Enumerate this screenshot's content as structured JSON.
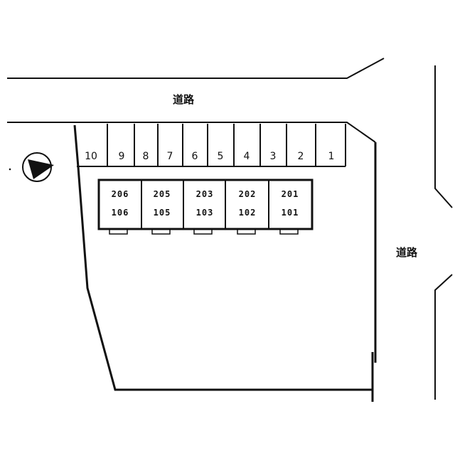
{
  "map": {
    "roads": [
      {
        "id": "north",
        "label": "道路"
      },
      {
        "id": "east",
        "label": "道路"
      }
    ],
    "compass": {
      "icon": "north-arrow-icon"
    },
    "parking_spaces": [
      "10",
      "9",
      "8",
      "7",
      "6",
      "5",
      "4",
      "3",
      "2",
      "1"
    ],
    "building_units": [
      {
        "upper": "206",
        "lower": "106"
      },
      {
        "upper": "205",
        "lower": "105"
      },
      {
        "upper": "203",
        "lower": "103"
      },
      {
        "upper": "202",
        "lower": "102"
      },
      {
        "upper": "201",
        "lower": "101"
      }
    ]
  }
}
